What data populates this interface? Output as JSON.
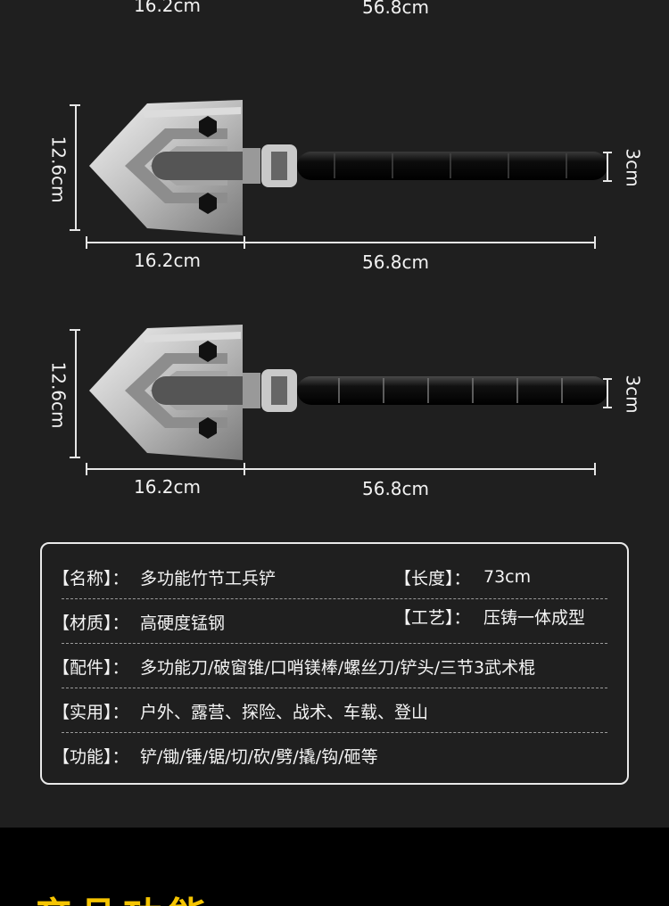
{
  "dimensions": {
    "blade_width": "16.2cm",
    "handle_length": "56.8cm",
    "blade_height": "12.6cm",
    "handle_diameter": "3cm"
  },
  "specs": [
    {
      "label": "【名称】：",
      "value": "多功能竹节工兵铲",
      "label2": "【长度】：",
      "value2": "73cm"
    },
    {
      "label": "【材质】：",
      "value": "高硬度锰钢",
      "label2": "【工艺】：",
      "value2": "压铸一体成型"
    },
    {
      "label": "【配件】：",
      "value": "多功能刀/破窗锥/口哨镁棒/螺丝刀/铲头/三节3武术棍"
    },
    {
      "label": "【实用】：",
      "value": "户外、露营、探险、战术、车载、登山"
    },
    {
      "label": "【功能】：",
      "value": "铲/锄/锤/锯/切/砍/劈/撬/钩/砸等"
    }
  ],
  "section": {
    "title": "产品功能"
  },
  "colors": {
    "background": "#1f1f1f",
    "accent": "#f5c400",
    "band": "#000000"
  }
}
